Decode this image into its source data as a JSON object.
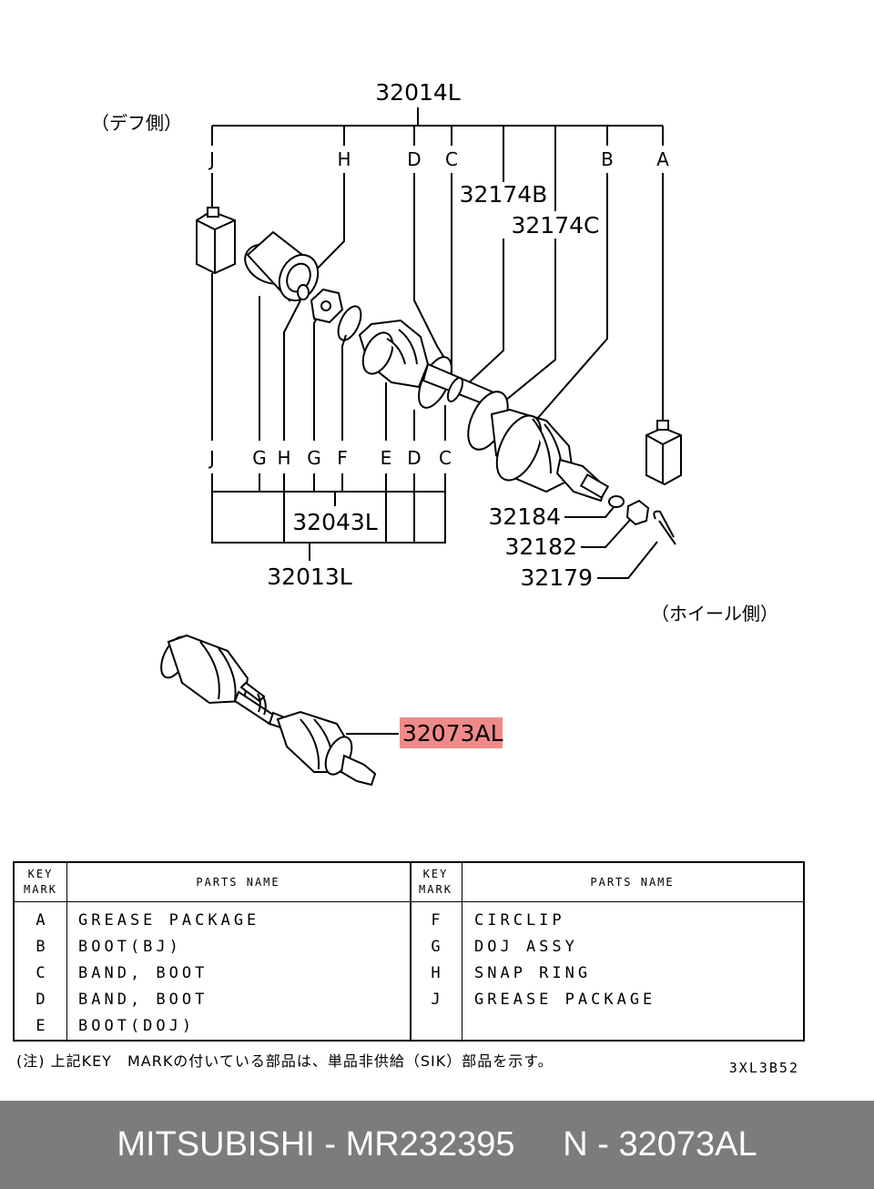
{
  "diagram": {
    "side_labels": {
      "diff": "（デフ側）",
      "wheel": "（ホイール側）"
    },
    "part_numbers": {
      "p32014L": "32014L",
      "p32174B": "32174B",
      "p32174C": "32174C",
      "p32043L": "32043L",
      "p32013L": "32013L",
      "p32184": "32184",
      "p32182": "32182",
      "p32179": "32179",
      "p32073AL": "32073AL"
    },
    "top_keys": [
      "J",
      "H",
      "D",
      "C",
      "B",
      "A"
    ],
    "bottom_keys": [
      "J",
      "G",
      "H",
      "G",
      "F",
      "E",
      "D",
      "C"
    ],
    "highlight_color": "#f08a8a"
  },
  "table": {
    "header": {
      "key_mark": "KEY\nMARK",
      "parts_name": "PARTS NAME"
    },
    "left_rows": [
      {
        "key": "A",
        "name": "GREASE PACKAGE"
      },
      {
        "key": "B",
        "name": "BOOT(BJ)"
      },
      {
        "key": "C",
        "name": "BAND, BOOT"
      },
      {
        "key": "D",
        "name": "BAND, BOOT"
      },
      {
        "key": "E",
        "name": "BOOT(DOJ)"
      }
    ],
    "right_rows": [
      {
        "key": "F",
        "name": "CIRCLIP"
      },
      {
        "key": "G",
        "name": "DOJ ASSY"
      },
      {
        "key": "H",
        "name": "SNAP RING"
      },
      {
        "key": "J",
        "name": "GREASE PACKAGE"
      }
    ]
  },
  "note": "(注) 上記KEY　MARKの付いている部品は、単品非供給（SIK）部品を示す。",
  "diagram_code": "3XL3B52",
  "footer": {
    "text": "MITSUBISHI - MR232395     N - 32073AL",
    "background": "#7c7c7c"
  }
}
